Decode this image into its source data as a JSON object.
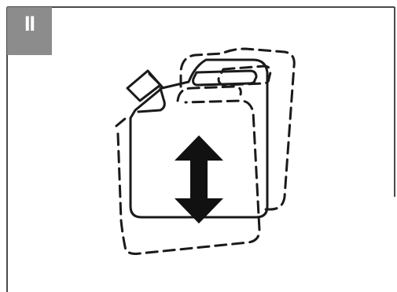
{
  "step": {
    "label": "II"
  },
  "illustration": {
    "subject": "jerry-can",
    "motion": "vertical-shake",
    "icons": [
      "jerry-can-icon",
      "double-arrow-vertical-icon"
    ]
  },
  "colors": {
    "badge_bg": "#8c8c8c",
    "badge_text": "#ffffff",
    "line": "#1a1a1a",
    "arrow": "#111111",
    "border": "#4a4a4a"
  }
}
